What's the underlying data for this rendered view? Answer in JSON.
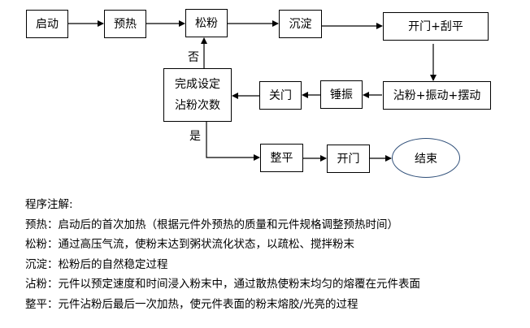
{
  "diagram": {
    "nodes": {
      "start": "启动",
      "preheat": "预热",
      "loosen": "松粉",
      "settle": "沉淀",
      "open_scrape": "开门+刮平",
      "dip_vibrate_swing": "沾粉+振动+摆动",
      "hammer": "锤振",
      "close_door": "关门",
      "decision_line1": "完成设定",
      "decision_line2": "沾粉次数",
      "level": "整平",
      "open_door": "开门",
      "end": "结束"
    },
    "edge_labels": {
      "no": "否",
      "yes": "是"
    },
    "edges": [
      [
        "start",
        "preheat"
      ],
      [
        "preheat",
        "loosen"
      ],
      [
        "loosen",
        "settle"
      ],
      [
        "settle",
        "open_scrape"
      ],
      [
        "open_scrape",
        "dip_vibrate_swing"
      ],
      [
        "dip_vibrate_swing",
        "hammer"
      ],
      [
        "hammer",
        "close_door"
      ],
      [
        "close_door",
        "decision"
      ],
      [
        "decision",
        "loosen",
        "否"
      ],
      [
        "decision",
        "level",
        "是"
      ],
      [
        "level",
        "open_door"
      ],
      [
        "open_door",
        "end"
      ]
    ]
  },
  "notes": {
    "title": "程序注解:",
    "items": [
      "预热：启动后的首次加热（根据元件外预热的质量和元件规格调整预热时间）",
      "松粉：通过高压气流，使粉末达到粥状流化状态，以疏松、搅拌粉末",
      "沉淀：松粉后的自然稳定过程",
      "沾粉：元件以预定速度和时间浸入粉末中，通过散热使粉末均匀的熔覆在元件表面",
      "整平：元件沾粉后最后一次加热，使元件表面的粉末熔胶/光亮的过程"
    ]
  },
  "colors": {
    "line": "#000000",
    "end_ellipse_border": "#2f4f79"
  }
}
